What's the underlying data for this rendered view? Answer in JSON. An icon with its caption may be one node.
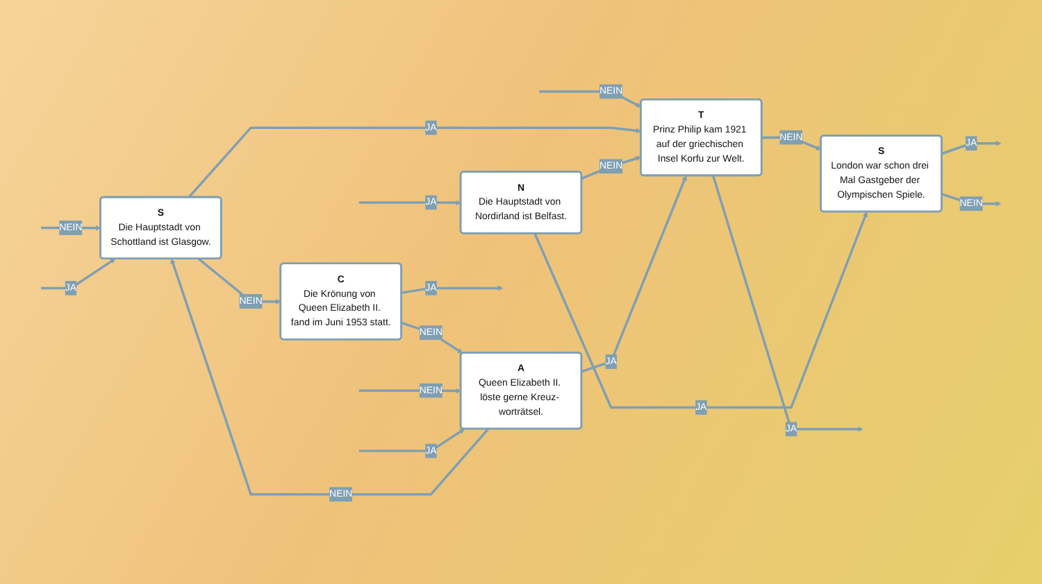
{
  "diagram": {
    "nodes": [
      {
        "text": [
          "S",
          "Die Hauptstadt von Schottland ist Glasgow."
        ]
      },
      {
        "text": [
          "T",
          "Prinz Philip kam 1921 auf der griechischen Insel Korfu zur Welt."
        ]
      },
      {
        "text": [
          "N",
          "Die Hauptstadt von Nordirland ist Belfast."
        ]
      },
      {
        "text": [
          "C",
          "Die Krönung von Queen Elizabeth II. fand im Juni 1953 statt."
        ]
      },
      {
        "text": [
          "A",
          "Queen Elizabeth II. löste gerne Kreuz- worträtsel."
        ]
      },
      {
        "text": [
          "S",
          "London war schon drei Mal Gastgeber der Olympischen Spiele."
        ]
      }
    ],
    "edges": [
      {
        "from": null,
        "to": 0,
        "arrow": "to",
        "label": "NEIN"
      },
      {
        "from": null,
        "to": 0,
        "arrow": "to",
        "label": "JA"
      },
      {
        "from": null,
        "to": 1,
        "arrow": "to",
        "label": "NEIN"
      },
      {
        "from": 1,
        "to": null,
        "arrow": "to",
        "label": "JA"
      },
      {
        "from": null,
        "to": 2,
        "arrow": "to",
        "label": "JA"
      },
      {
        "from": 0,
        "to": 1,
        "arrow": "to",
        "label": "JA"
      },
      {
        "from": 2,
        "to": 1,
        "arrow": "to",
        "label": "NEIN"
      },
      {
        "from": 0,
        "to": 3,
        "arrow": "to",
        "label": "NEIN"
      },
      {
        "from": 4,
        "to": 1,
        "arrow": "to",
        "label": "JA"
      },
      {
        "from": 4,
        "to": 0,
        "arrow": "to",
        "label": "NEIN"
      },
      {
        "from": 1,
        "to": 5,
        "arrow": "to",
        "label": "NEIN"
      },
      {
        "from": 2,
        "to": 5,
        "arrow": "to",
        "label": "JA"
      },
      {
        "from": 3,
        "to": 4,
        "arrow": "to",
        "label": "NEIN"
      },
      {
        "from": 3,
        "to": null,
        "arrow": "to",
        "label": "JA"
      },
      {
        "from": null,
        "to": 4,
        "arrow": "to",
        "label": "NEIN"
      },
      {
        "from": null,
        "to": 4,
        "arrow": "to",
        "label": "JA"
      },
      {
        "from": 5,
        "to": null,
        "arrow": "to",
        "label": "JA"
      },
      {
        "from": 5,
        "to": null,
        "arrow": "to",
        "label": "NEIN"
      }
    ]
  }
}
